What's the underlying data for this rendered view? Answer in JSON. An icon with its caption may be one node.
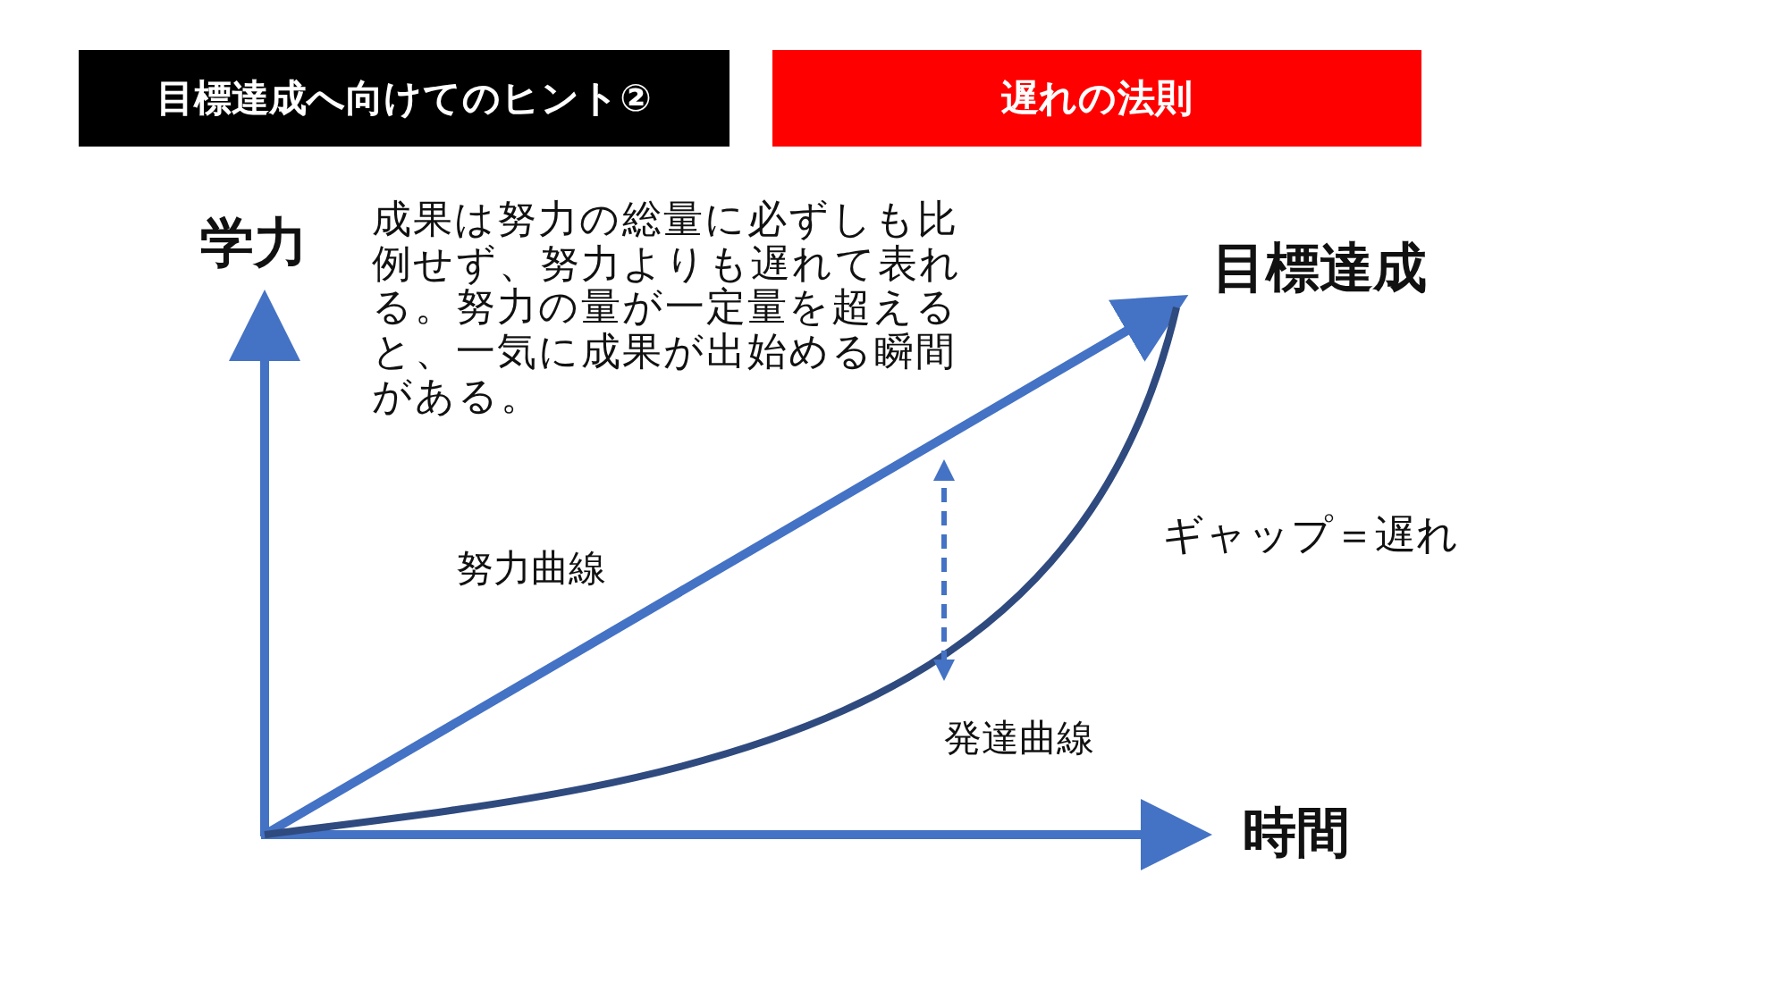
{
  "diagram": {
    "nodes": [
      {
        "text": [
          "目標達成へ向けてのヒント②"
        ]
      },
      {
        "text": [
          "遅れの法則"
        ]
      }
    ],
    "labels": [
      "学力",
      "成果は努力の総量に必ずしも比例せず、努力よりも遅れて表れる。努力の量が一定量を超えると、一気に成果が出始める瞬間がある。",
      "目標達成",
      "ギャップ＝遅れ",
      "努力曲線",
      "発達曲線",
      "時間"
    ]
  }
}
